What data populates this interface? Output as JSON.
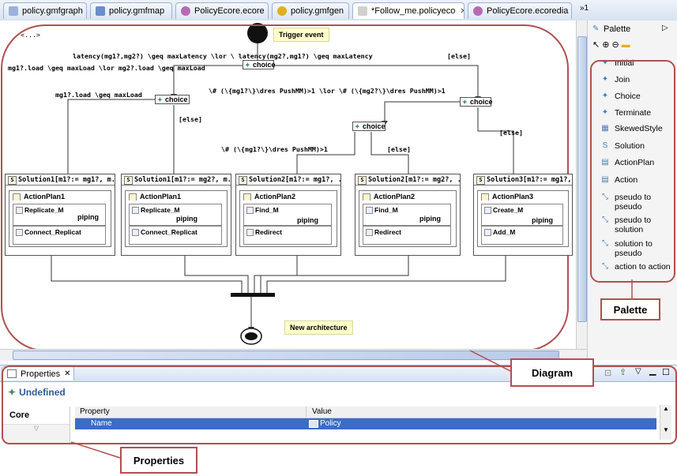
{
  "tabs": [
    {
      "label": "policy.gmfgraph",
      "color": "#9bb3da"
    },
    {
      "label": "policy.gmfmap",
      "color": "#6a8fc9"
    },
    {
      "label": "PolicyEcore.ecore",
      "color": "#b56ab5"
    },
    {
      "label": "policy.gmfgen",
      "color": "#e0b020"
    },
    {
      "label": "*Follow_me.policyeco",
      "color": "#d0d0d0",
      "close": "✕"
    },
    {
      "label": "PolicyEcore.ecoredia",
      "color": "#b56ab5"
    },
    {
      "label": "»1"
    }
  ],
  "diagram": {
    "top_left_marker": "<...>",
    "trigger_note": "Trigger event",
    "newarch_note": "New architecture",
    "cond_latency": "latency(mg1?,mg2?) \\geq maxLatency \\lor \\ latency(mg2?,mg1?) \\geq maxLatency",
    "cond_load_or": "mg1?.load \\geq maxLoad \\lor mg2?.load \\geq maxLoad",
    "cond_load1": "mg1?.load \\geq maxLoad",
    "cond_else_top": "[else]",
    "cond_pushmm_or": "\\# (\\{mg1?\\}\\dres PushMM)>1 \\lor \\# (\\{mg2?\\}\\dres PushMM)>1",
    "cond_else_left": "[else]",
    "cond_pushmm1": "\\# (\\{mg1?\\}\\dres PushMM)>1",
    "cond_else_mid": "[else]",
    "cond_else_right": "[else]",
    "choice_label": "choice",
    "solutions": [
      {
        "title": "Solution1[m1?:= mg1?, m...",
        "plan": "ActionPlan1",
        "actions": [
          "Replicate_M",
          "Connect_Replicat"
        ]
      },
      {
        "title": "Solution1[m1?:= mg2?, m...",
        "plan": "ActionPlan1",
        "actions": [
          "Replicate_M",
          "Connect_Replicat"
        ]
      },
      {
        "title": "Solution2[m1?:= mg1?, ...",
        "plan": "ActionPlan2",
        "actions": [
          "Find_M",
          "Redirect"
        ]
      },
      {
        "title": "Solution2[m1?:= mg2?, ...",
        "plan": "ActionPlan2",
        "actions": [
          "Find_M",
          "Redirect"
        ]
      },
      {
        "title": "Solution3[m1?:= mg1?, ...",
        "plan": "ActionPlan3",
        "actions": [
          "Create_M",
          "Add_M"
        ]
      }
    ],
    "piping": "piping"
  },
  "palette": {
    "title": "Palette",
    "items": [
      {
        "label": "Initial",
        "icon": "initial-icon"
      },
      {
        "label": "Join",
        "icon": "join-icon"
      },
      {
        "label": "Choice",
        "icon": "choice-icon"
      },
      {
        "label": "Terminate",
        "icon": "terminate-icon"
      },
      {
        "label": "SkewedStyle",
        "icon": "skewedstyle-icon"
      },
      {
        "label": "Solution",
        "icon": "solution-icon"
      },
      {
        "label": "ActionPlan",
        "icon": "actionplan-icon"
      },
      {
        "label": "Action",
        "icon": "action-icon"
      },
      {
        "label": "pseudo to pseudo",
        "icon": "link-icon"
      },
      {
        "label": "pseudo to solution",
        "icon": "link-icon"
      },
      {
        "label": "solution to pseudo",
        "icon": "link-icon"
      },
      {
        "label": "action to action",
        "icon": "link-icon"
      }
    ]
  },
  "properties": {
    "tab_label": "Properties",
    "heading": "Undefined",
    "section": "Core",
    "col_property": "Property",
    "col_value": "Value",
    "row_name": "Name",
    "row_value": "Policy"
  },
  "callouts": {
    "palette": "Palette",
    "diagram": "Diagram",
    "properties": "Properties"
  }
}
